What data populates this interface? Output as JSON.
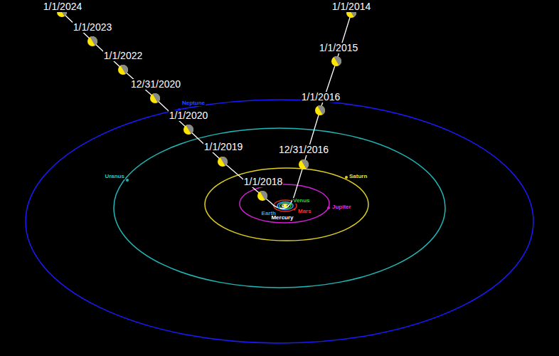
{
  "diagram": {
    "labels": [
      "1/1/2024",
      "1/1/2023",
      "1/1/2022",
      "12/31/2020",
      "1/1/2020",
      "1/1/2019",
      "1/1/2018",
      "1/1/2014",
      "1/1/2015",
      "1/1/2016",
      "12/31/2016",
      "Neptune",
      "Uranus",
      "Saturn",
      "Jupiter",
      "Venus",
      "Earth",
      "Mars",
      "Mercury"
    ]
  }
}
